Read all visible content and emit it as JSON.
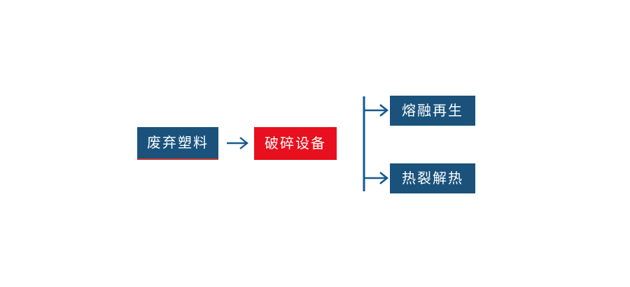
{
  "diagram": {
    "title": "waste-plastic-processing-flowchart",
    "nodes": {
      "waste": {
        "label": "废弃塑料"
      },
      "crusher": {
        "label": "破碎设备"
      },
      "melt": {
        "label": "熔融再生"
      },
      "pyrolysis": {
        "label": "热裂解热"
      }
    },
    "edges": [
      {
        "from": "waste",
        "to": "crusher"
      },
      {
        "from": "crusher",
        "to": "melt"
      },
      {
        "from": "crusher",
        "to": "pyrolysis"
      }
    ],
    "colors": {
      "node-blue": "#1a527c",
      "node-red": "#e8101e",
      "arrow-blue": "#15598f",
      "waste-underline": "#cf3b2f"
    }
  }
}
